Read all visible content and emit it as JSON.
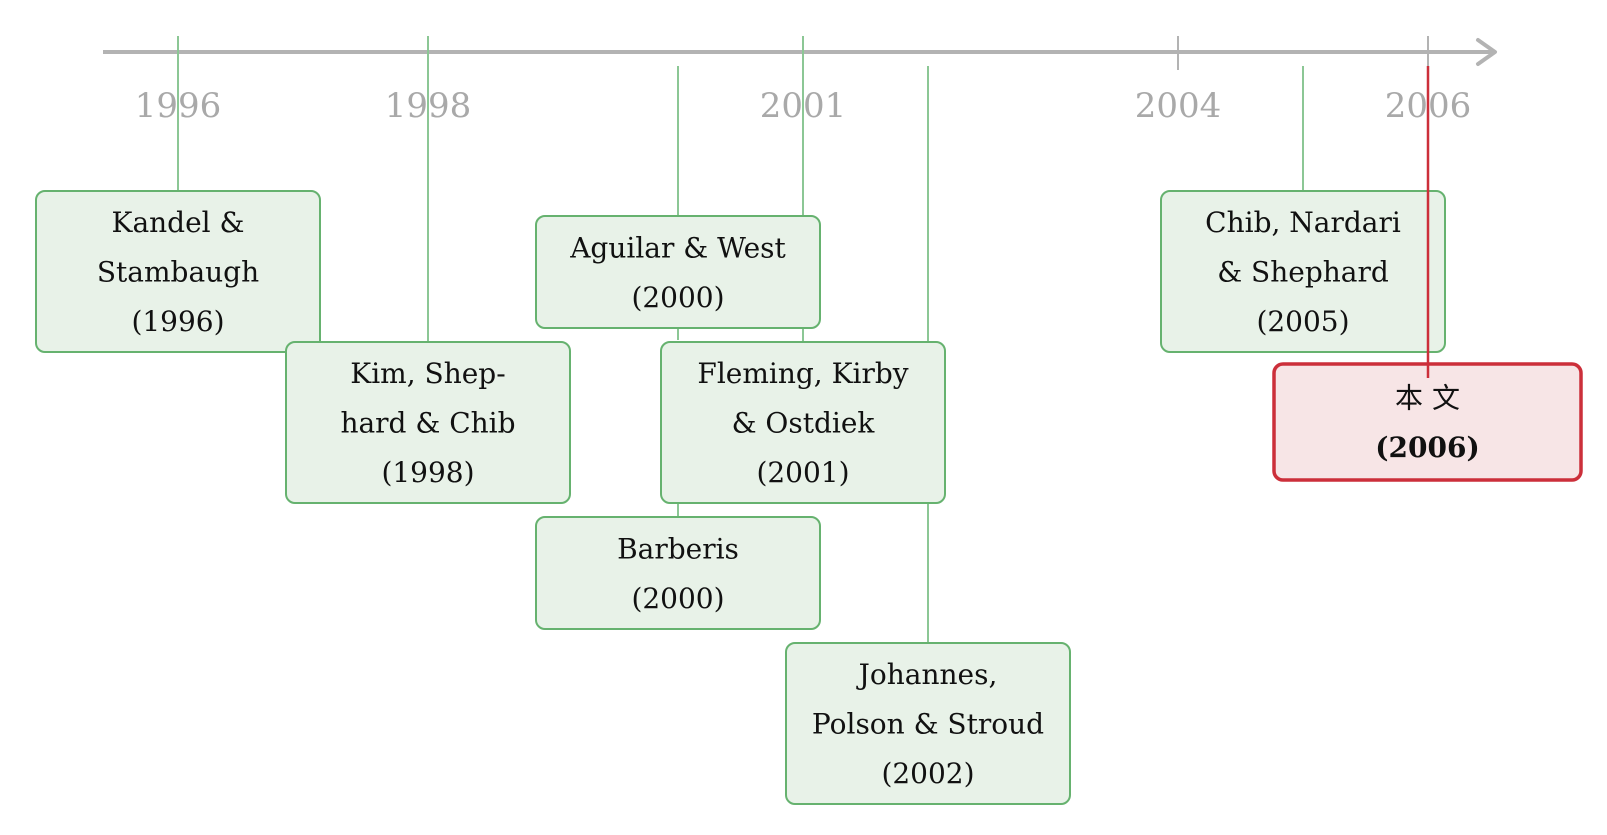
{
  "axis": {
    "color": "#b3b3b3",
    "ticks": [
      {
        "year": "1996",
        "label": "1996"
      },
      {
        "year": "1998",
        "label": "1998"
      },
      {
        "year": "2001",
        "label": "2001"
      },
      {
        "year": "2004",
        "label": "2004"
      },
      {
        "year": "2006",
        "label": "2006"
      }
    ]
  },
  "colors": {
    "normal_fill": "#e8f2e8",
    "normal_stroke": "#66b26f",
    "connector": "#8cc795",
    "highlight_fill": "#f7e5e6",
    "highlight_stroke": "#cc2f3a",
    "highlight_connector": "#cc2f3a"
  },
  "events": [
    {
      "id": "kandel-stambaugh",
      "lines": [
        "Kandel &",
        "Stambaugh",
        "(1996)"
      ],
      "year": 1996,
      "highlight": false
    },
    {
      "id": "kim-shephard-chib",
      "lines": [
        "Kim, Shep-",
        "hard & Chib",
        "(1998)"
      ],
      "year": 1998,
      "highlight": false
    },
    {
      "id": "aguilar-west",
      "lines": [
        "Aguilar & West",
        "(2000)"
      ],
      "year": 2000,
      "highlight": false
    },
    {
      "id": "barberis",
      "lines": [
        "Barberis",
        "(2000)"
      ],
      "year": 2000,
      "highlight": false
    },
    {
      "id": "fleming-kirby-ostdiek",
      "lines": [
        "Fleming, Kirby",
        "& Ostdiek",
        "(2001)"
      ],
      "year": 2001,
      "highlight": false
    },
    {
      "id": "johannes-polson-stroud",
      "lines": [
        "Johannes,",
        "Polson & Stroud",
        "(2002)"
      ],
      "year": 2002,
      "highlight": false
    },
    {
      "id": "chib-nardari-shephard",
      "lines": [
        "Chib, Nardari",
        "& Shephard",
        "(2005)"
      ],
      "year": 2005,
      "highlight": false
    },
    {
      "id": "this-paper",
      "lines": [
        "本 文",
        "(2006)"
      ],
      "year": 2006,
      "highlight": true
    }
  ]
}
